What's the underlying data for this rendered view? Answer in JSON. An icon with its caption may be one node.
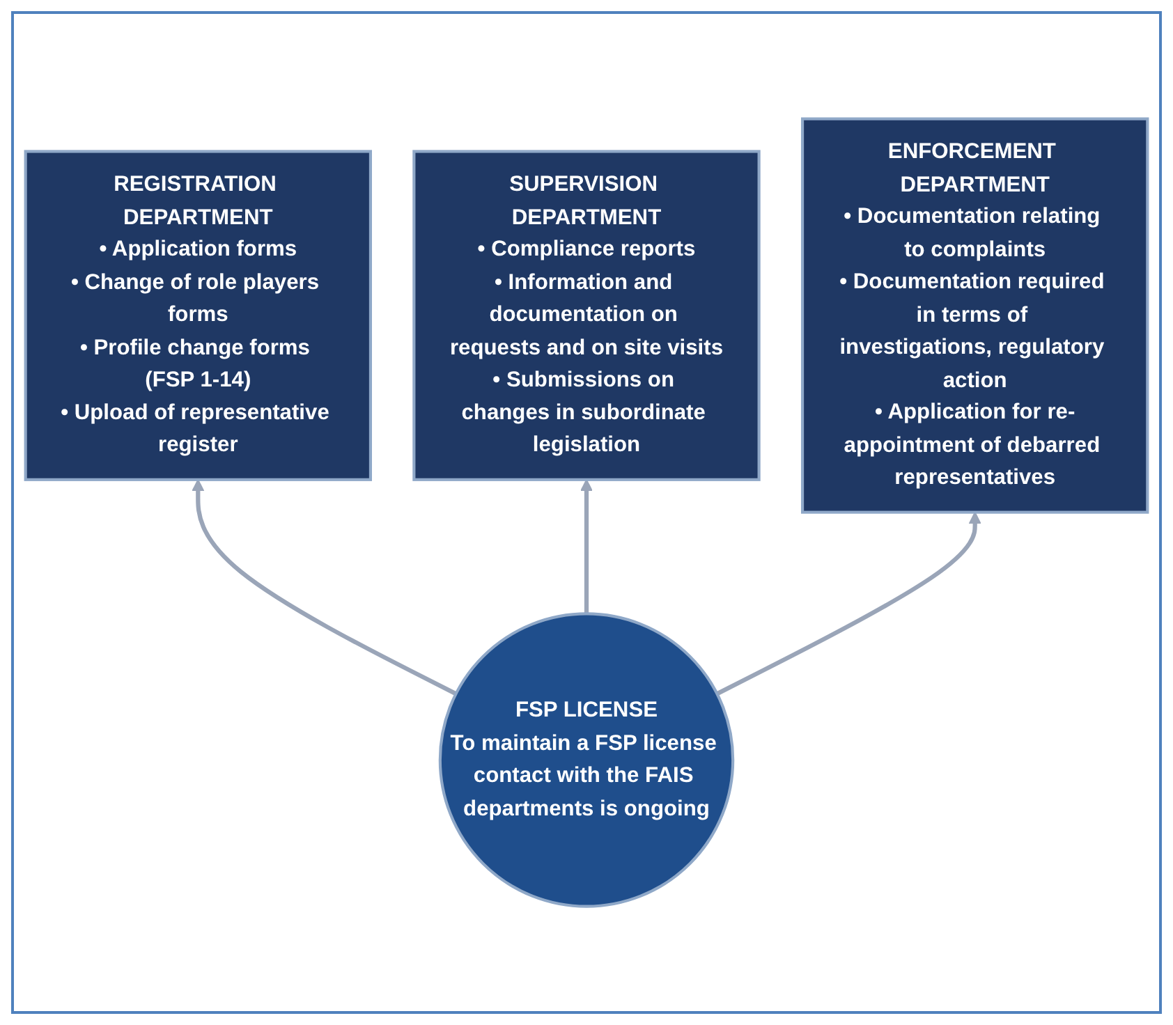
{
  "diagram": {
    "nodes": [
      {
        "text": [
          "SUPERVISION DEPARTMENT",
          "• Compliance reports",
          "• Information and documentation on requests and on site visits",
          "• Submissions on changes in subordinate legislation"
        ]
      },
      {
        "text": [
          "REGISTRATION DEPARTMENT",
          "• Application forms",
          "• Change of role players forms",
          "• Profile change forms (FSP 1-14)",
          "• Upload of representative register"
        ]
      },
      {
        "text": [
          "ENFORCEMENT DEPARTMENT",
          "• Documentation relating to complaints",
          "• Documentation required in terms of investigations, regulatory action",
          "• Application for re-appointment of debarred representatives"
        ]
      },
      {
        "text": [
          "FSP LICENSE",
          "To maintain a FSP license contact with the FAIS departments is ongoing"
        ]
      }
    ],
    "edges": [
      {
        "from": 3,
        "to": 1,
        "arrow": "to"
      },
      {
        "from": 3,
        "to": 0,
        "arrow": "to"
      },
      {
        "from": 3,
        "to": 2,
        "arrow": "to"
      }
    ]
  }
}
